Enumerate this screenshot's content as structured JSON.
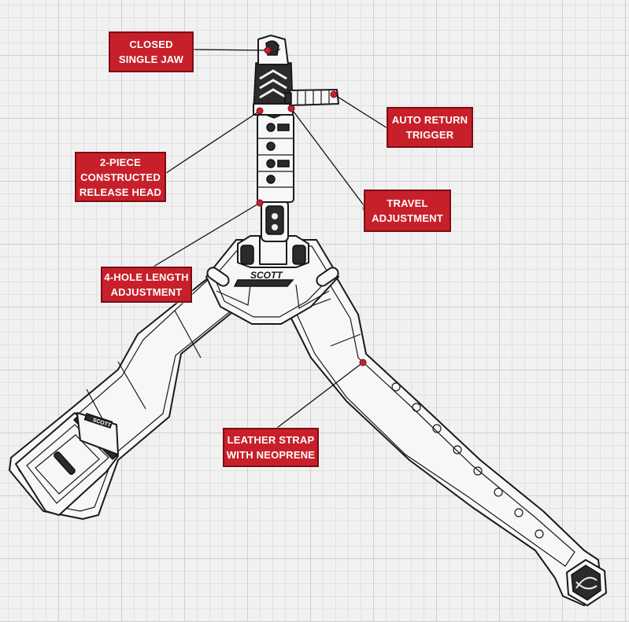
{
  "callouts": {
    "closed_jaw": [
      "CLOSED",
      "SINGLE JAW"
    ],
    "auto_return": [
      "AUTO RETURN",
      "TRIGGER"
    ],
    "release_head": [
      "2-PIECE",
      "CONSTRUCTED",
      "RELEASE HEAD"
    ],
    "travel": [
      "TRAVEL",
      "ADJUSTMENT"
    ],
    "length": [
      "4-HOLE LENGTH",
      "ADJUSTMENT"
    ],
    "strap": [
      "LEATHER STRAP",
      "WITH NEOPRENE"
    ]
  },
  "logo": {
    "text": "SCOTT"
  },
  "colors": {
    "callout_fill": "#c7202a",
    "callout_border": "#7c0d13",
    "grid_line": "#cfcfcf",
    "outline": "#1a1a1a"
  }
}
